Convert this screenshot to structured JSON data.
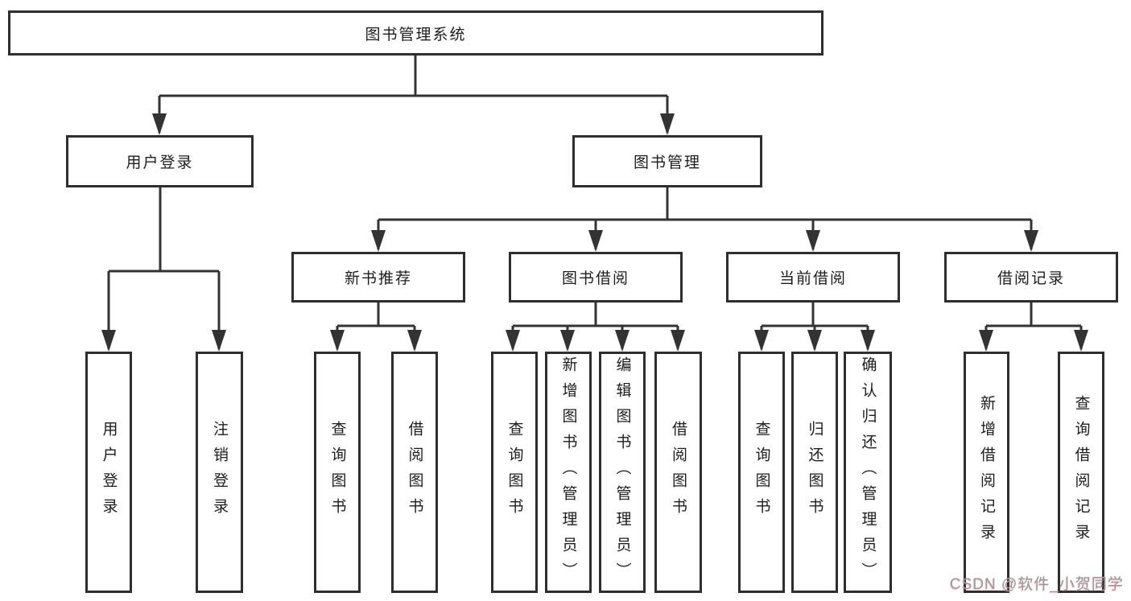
{
  "diagram": {
    "root": "图书管理系统",
    "level2": {
      "user_login": "用户登录",
      "book_mgmt": "图书管理"
    },
    "level3": {
      "new_books": "新书推荐",
      "borrow": "图书借阅",
      "current": "当前借阅",
      "records": "借阅记录"
    },
    "leaves": {
      "user_login": [
        "用户登录",
        "注销登录"
      ],
      "new_books": [
        "查询图书",
        "借阅图书"
      ],
      "borrow": [
        "查询图书",
        "新增图书（管理员）",
        "编辑图书（管理员）",
        "借阅图书"
      ],
      "current": [
        "查询图书",
        "归还图书",
        "确认归还（管理员）"
      ],
      "records": [
        "新增借阅记录",
        "查询借阅记录"
      ]
    },
    "line_color": "#333333",
    "box_border_color": "#2e2e2e"
  },
  "watermark": {
    "text": "CSDN @软件_小贺同学",
    "color": "#9a9a9a"
  }
}
